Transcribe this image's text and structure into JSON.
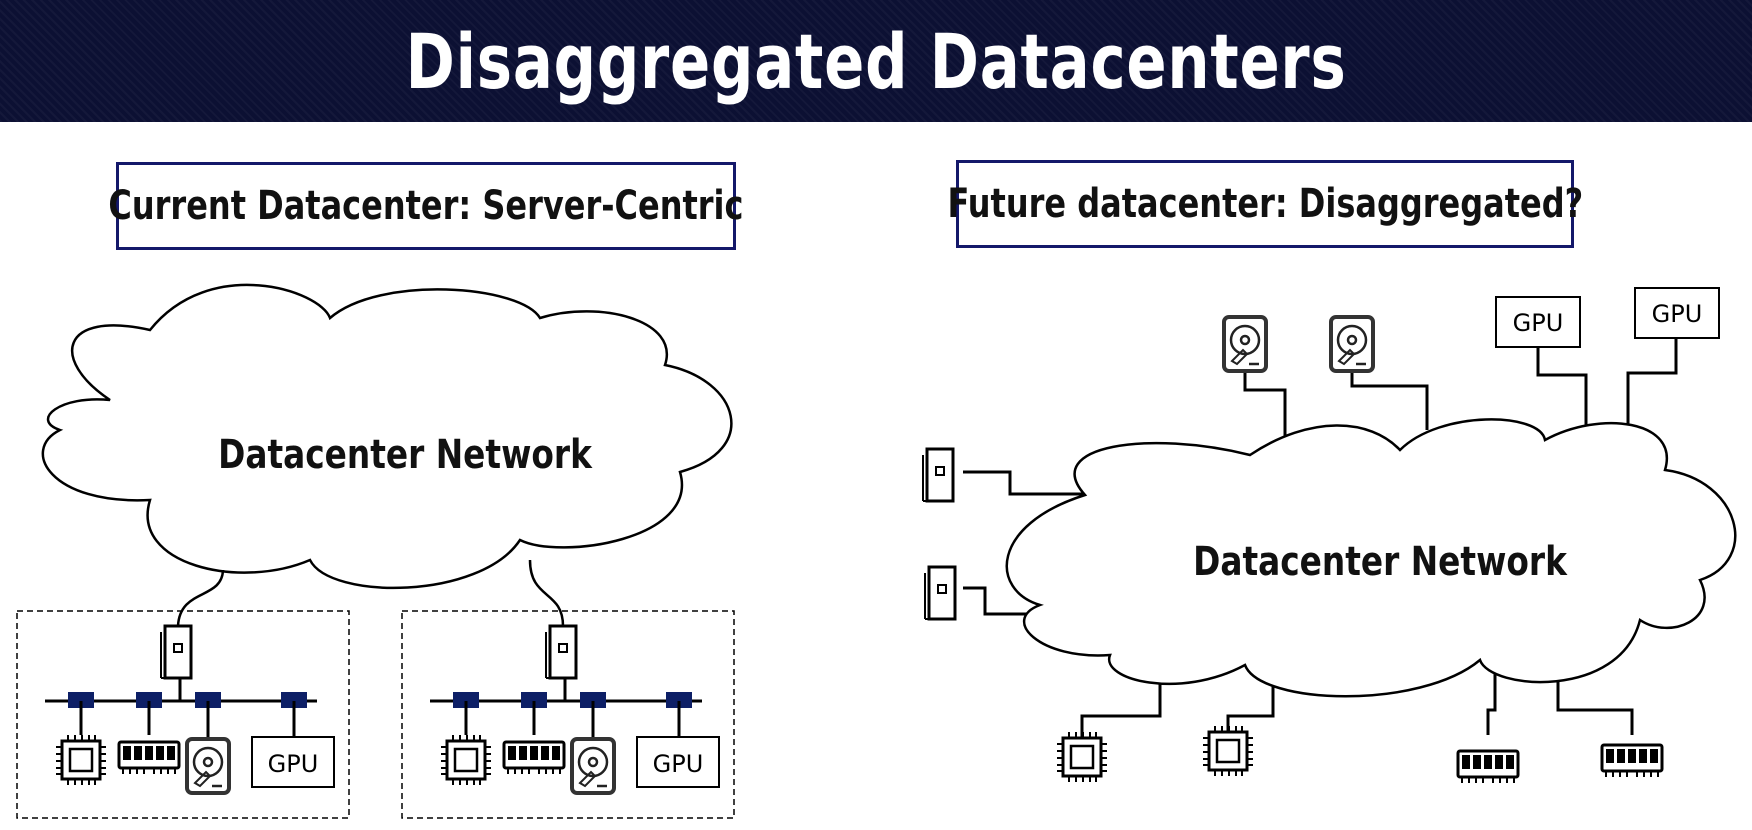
{
  "title": "Disaggregated Datacenters",
  "left_panel": {
    "label": "Current Datacenter: Server-Centric",
    "network_label": "Datacenter Network",
    "gpu_label": "GPU"
  },
  "right_panel": {
    "label": "Future datacenter: Disaggregated?",
    "network_label": "Datacenter Network",
    "gpu_label": "GPU"
  },
  "colors": {
    "title_bg": "#0c1033",
    "box_border": "#14186a",
    "bus_connector": "#0d1f66"
  }
}
